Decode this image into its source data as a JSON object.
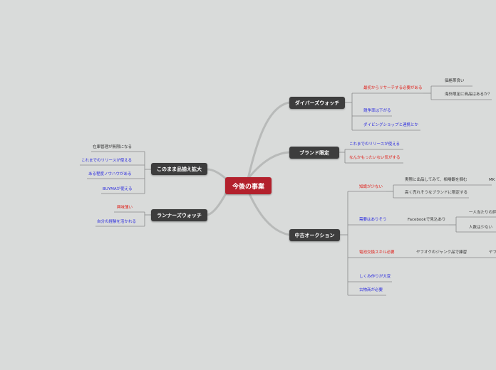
{
  "central": {
    "label": "今後の事業"
  },
  "topics": {
    "divers": {
      "label": "ダイバーズウォッチ",
      "research": "最初からリサーチする必要がある",
      "popularity": "価格帯良い",
      "overseas": "海外限定に商品はあるか？",
      "competition": "競争率は下がる",
      "dive_shop": "ダイビングショップと連携とか"
    },
    "brand": {
      "label": "ブランド限定",
      "reuse": "これまでのリリースが使える",
      "waste": "なんかもったいない気がする"
    },
    "used": {
      "label": "中古オークション",
      "knowledge_lacking": "知識が少ない",
      "try_listing": "実際に出品してみて、相場観を掴む",
      "mk": "MK",
      "sellable_brand": "高く売れそうなブランドに限定する",
      "demand": "需要はありそう",
      "facebook": "Facebookで見込あり",
      "one_person": "一人当たりの評",
      "few_people": "人数は少ない",
      "repair_skill": "電池交換スキル必要",
      "yahoo_junk": "ヤフオクのジャンク品で練習",
      "yahoo_cut": "ヤフ",
      "tough": "しくみ作りが大変",
      "license": "古物商が必要"
    },
    "expand": {
      "label": "このまま品揃え拡大",
      "inventory": "在庫管理が無限になる",
      "reuse": "これまでのリリースが使える",
      "knowhow": "ある程度ノウハウがある",
      "buyma": "BUYMAが使える"
    },
    "runner": {
      "label": "ランナーズウォッチ",
      "interest": "興味薄い",
      "experience": "自分の経験を活かれる"
    }
  },
  "colors": {
    "central": "#b3202c",
    "main": "#3d3d3d",
    "blue": "#2a2adf",
    "red": "#e0211b",
    "background": "#d9dbda"
  }
}
